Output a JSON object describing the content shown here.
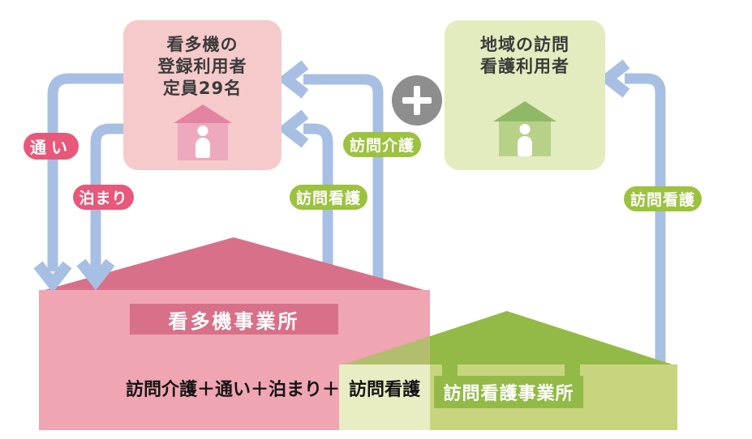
{
  "boxes": {
    "registered": {
      "line1": "看多機の",
      "line2": "登録利用者",
      "line3": "定員29名"
    },
    "community": {
      "line1": "地域の訪問",
      "line2": "看護利用者"
    }
  },
  "badges": {
    "kayoi": "通い",
    "tomari": "泊まり",
    "homon_kaigo": "訪問介護",
    "homon_kango_center": "訪問看護",
    "homon_kango_right": "訪問看護"
  },
  "houses": {
    "kantaki": {
      "sign": "看多機事業所",
      "services": "訪問介護＋通い＋泊まり＋",
      "shared_service": "訪問看護"
    },
    "homon_kango": {
      "sign": "訪問看護事業所"
    }
  },
  "colors": {
    "arrow_blue": "#a8bfe4",
    "pink_badge": "#e8587a",
    "green_badge": "#9cc23f",
    "pink_box_bg": "#f6caca",
    "green_box_bg": "#e3ecbe",
    "pink_roof": "#d87089",
    "pink_body": "#efa5b2",
    "green_roof": "#93ba47",
    "green_body": "#c8d57e",
    "overlap_body": "#e9edc3",
    "overlap_roof": "#b3bd6e",
    "plus_gray": "#8e8e8e",
    "icon_pink_roof": "#e583a2",
    "icon_pink_body": "#eda9bd",
    "icon_green_roof": "#90b966",
    "icon_green_body": "#b8d189",
    "text_dark": "#3b3b3b",
    "text_black": "#141414"
  }
}
